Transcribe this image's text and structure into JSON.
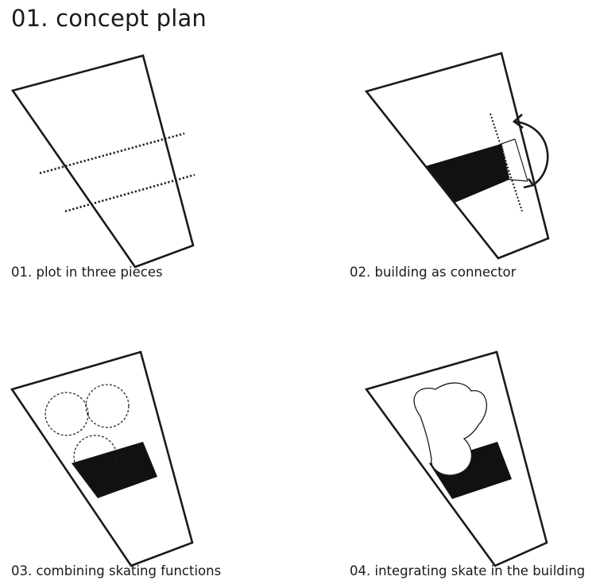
{
  "title": "01. concept plan",
  "panels": [
    {
      "caption": "01. plot in three pieces"
    },
    {
      "caption": "02. building as connector"
    },
    {
      "caption": "03. combining skating functions"
    },
    {
      "caption": "04. integrating skate in the building"
    }
  ],
  "colors": {
    "stroke": "#1a1a1a",
    "fill": "#111111",
    "background": "#ffffff"
  }
}
